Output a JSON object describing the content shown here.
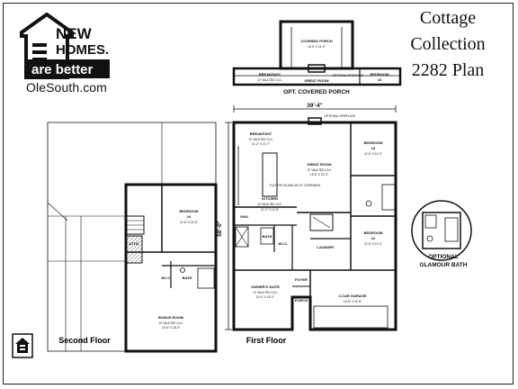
{
  "brand": {
    "logo_line1": "NEW",
    "logo_line2": "HOMES.",
    "logo_line3": "are better",
    "website": "OleSouth.com"
  },
  "title": {
    "line1": "Cottage",
    "line2": "Collection",
    "line3": "2282 Plan"
  },
  "porch_option": {
    "caption": "OPT. COVERED PORCH",
    "porch": {
      "name": "COVERED PORCH",
      "size": "16'-0\" X 11'-0\""
    },
    "breakfast": {
      "name": "BREAKFAST",
      "detail": "12' VAULTED CLG."
    },
    "great_room": "GREAT ROOM",
    "fireplace": "OPTIONAL FIREPLACE",
    "bedroom": {
      "name": "BEDROOM",
      "number": "#3"
    }
  },
  "first_floor": {
    "caption": "First Floor",
    "width_dim": "39'-4\"",
    "depth_dim": "58'-0\"",
    "fireplace_note": "OPTIONAL FIREPLACE",
    "rooms": {
      "breakfast": {
        "name": "BREAKFAST",
        "detail": "12' VAULTED CLG.",
        "size": "11'-2\" X 10'-7\""
      },
      "great_room": {
        "name": "GREAT ROOM",
        "detail": "12' VAULTED CLG.",
        "size": "15'-8\" X 22'-2\""
      },
      "bedroom3": {
        "name": "BEDROOM",
        "number": "#3",
        "size": "11'-8\" X 12'-0\""
      },
      "bedroom2": {
        "name": "BEDROOM",
        "number": "#2",
        "size": "11'-8\" X 12'-0\""
      },
      "kitchen": {
        "name": "KITCHEN",
        "detail": "12' VAULTED CLG.",
        "size": "11'-2\" X 12'-8\""
      },
      "island_note": "FLAT TOP ISLAND W/ 12\" OVERHANG",
      "pantry": "PAN.",
      "wic": "W.I.C.",
      "laundry": "LAUNDRY",
      "bath": "BATH",
      "owners_suite": {
        "name": "OWNER'S SUITE",
        "detail": "12' VAULTED CLG.",
        "size": "14'-0\" X 15'-2\""
      },
      "foyer": "FOYER",
      "porch": "PORCH",
      "garage": {
        "name": "2-CAR GARAGE",
        "size": "19'-8\" X 21'-8\""
      }
    }
  },
  "second_floor": {
    "caption": "Second Floor",
    "rooms": {
      "bedroom4": {
        "name": "BEDROOM",
        "number": "#4",
        "size": "11'-8\" X 15'-8\""
      },
      "attic": "ATTIC",
      "wic": "W.I.C.",
      "bath": "BATH",
      "bonus_room": {
        "name": "BONUS ROOM",
        "detail": "10' VAULTED CLG.",
        "size": "15'-8\" X 18'-3\""
      }
    }
  },
  "glamour_bath": {
    "line1": "OPTIONAL",
    "line2": "GLAMOUR BATH"
  }
}
